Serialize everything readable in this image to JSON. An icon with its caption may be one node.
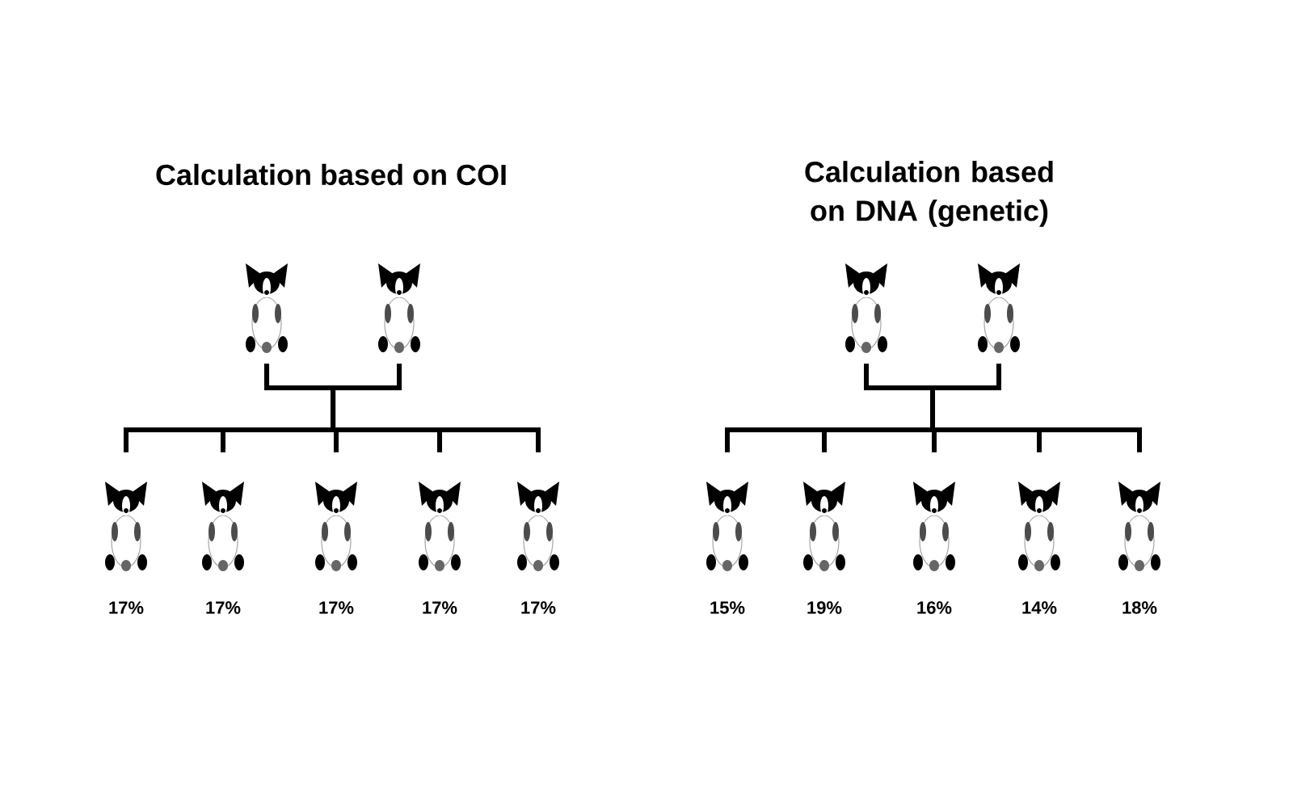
{
  "diagram": {
    "nodes": [
      {
        "text": [],
        "shape": "picture"
      },
      {
        "text": [],
        "shape": "picture"
      },
      {
        "text": [],
        "shape": "picture"
      },
      {
        "text": [],
        "shape": "picture"
      },
      {
        "text": [],
        "shape": "picture",
        "beside": [
          "17%"
        ]
      },
      {
        "text": [],
        "shape": "picture",
        "beside": [
          "17%"
        ]
      },
      {
        "text": [],
        "shape": "picture",
        "beside": [
          "17%"
        ]
      },
      {
        "text": [],
        "shape": "picture",
        "beside": [
          "17%"
        ]
      },
      {
        "text": [],
        "shape": "picture",
        "beside": [
          "17%"
        ]
      },
      {
        "text": [],
        "shape": "picture",
        "beside": [
          "15%"
        ]
      },
      {
        "text": [],
        "shape": "picture",
        "beside": [
          "19%"
        ]
      },
      {
        "text": [],
        "shape": "picture",
        "beside": [
          "16%"
        ]
      },
      {
        "text": [],
        "shape": "picture",
        "beside": [
          "14%"
        ]
      },
      {
        "text": [],
        "shape": "picture",
        "beside": [
          "18%"
        ]
      }
    ],
    "edges": [
      {
        "from": 0,
        "to": 4,
        "arrow": "none"
      },
      {
        "from": 0,
        "to": 5,
        "arrow": "none"
      },
      {
        "from": 0,
        "to": 6,
        "arrow": "none"
      },
      {
        "from": 0,
        "to": 7,
        "arrow": "none"
      },
      {
        "from": 0,
        "to": 8,
        "arrow": "none"
      },
      {
        "from": 1,
        "to": 4,
        "arrow": "none"
      },
      {
        "from": 1,
        "to": 5,
        "arrow": "none"
      },
      {
        "from": 1,
        "to": 6,
        "arrow": "none"
      },
      {
        "from": 1,
        "to": 7,
        "arrow": "none"
      },
      {
        "from": 1,
        "to": 8,
        "arrow": "none"
      },
      {
        "from": 2,
        "to": 9,
        "arrow": "none"
      },
      {
        "from": 2,
        "to": 10,
        "arrow": "none"
      },
      {
        "from": 2,
        "to": 11,
        "arrow": "none"
      },
      {
        "from": 2,
        "to": 12,
        "arrow": "none"
      },
      {
        "from": 2,
        "to": 13,
        "arrow": "none"
      },
      {
        "from": 3,
        "to": 9,
        "arrow": "none"
      },
      {
        "from": 3,
        "to": 10,
        "arrow": "none"
      },
      {
        "from": 3,
        "to": 11,
        "arrow": "none"
      },
      {
        "from": 3,
        "to": 12,
        "arrow": "none"
      },
      {
        "from": 3,
        "to": 13,
        "arrow": "none"
      }
    ],
    "labels": [
      "Calculation based on COI",
      "Calculation based on DNA (genetic)"
    ]
  }
}
